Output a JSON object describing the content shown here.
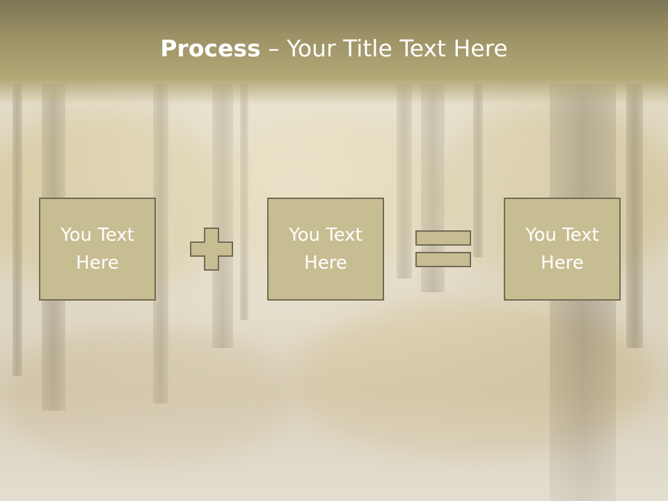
{
  "slide": {
    "title_strong": "Process",
    "title_separator": " – ",
    "title_rest": "Your Title Text Here"
  },
  "process": {
    "boxes": [
      {
        "text": "You Text\nHere"
      },
      {
        "text": "You Text\nHere"
      },
      {
        "text": "You Text\nHere"
      }
    ],
    "operators": [
      "plus-icon",
      "equals-icon"
    ]
  },
  "colors": {
    "title_band": "#9c9266",
    "box_fill": "#c7bd92",
    "box_border": "#6f6a55",
    "text": "#ffffff"
  }
}
